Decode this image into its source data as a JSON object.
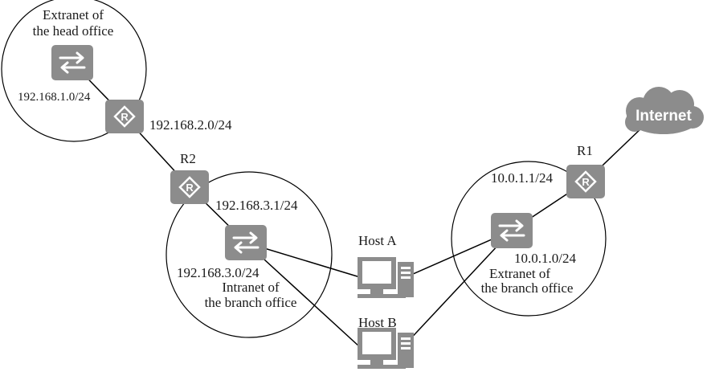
{
  "labels": {
    "head_office_extranet": [
      "Extranet of",
      "the head office"
    ],
    "head_switch_subnet": "192.168.1.0/24",
    "head_router_subnet": "192.168.2.0/24",
    "r2_name": "R2",
    "r2_interface": "192.168.3.1/24",
    "branch_intranet_subnet": "192.168.3.0/24",
    "branch_intranet": [
      "Intranet of",
      "the branch office"
    ],
    "host_a": "Host A",
    "host_b": "Host B",
    "r1_name": "R1",
    "r1_interface": "10.0.1.1/24",
    "branch_extranet_subnet": "10.0.1.0/24",
    "branch_extranet": [
      "Extranet of",
      "the branch office"
    ],
    "internet": "Internet"
  },
  "colors": {
    "device": "#8c8c8c",
    "line": "#000000",
    "cloud": "#8c8c8c"
  },
  "icons": {
    "switch": "switch-icon",
    "router": "router-icon",
    "host": "computer-icon",
    "cloud": "cloud-icon"
  }
}
